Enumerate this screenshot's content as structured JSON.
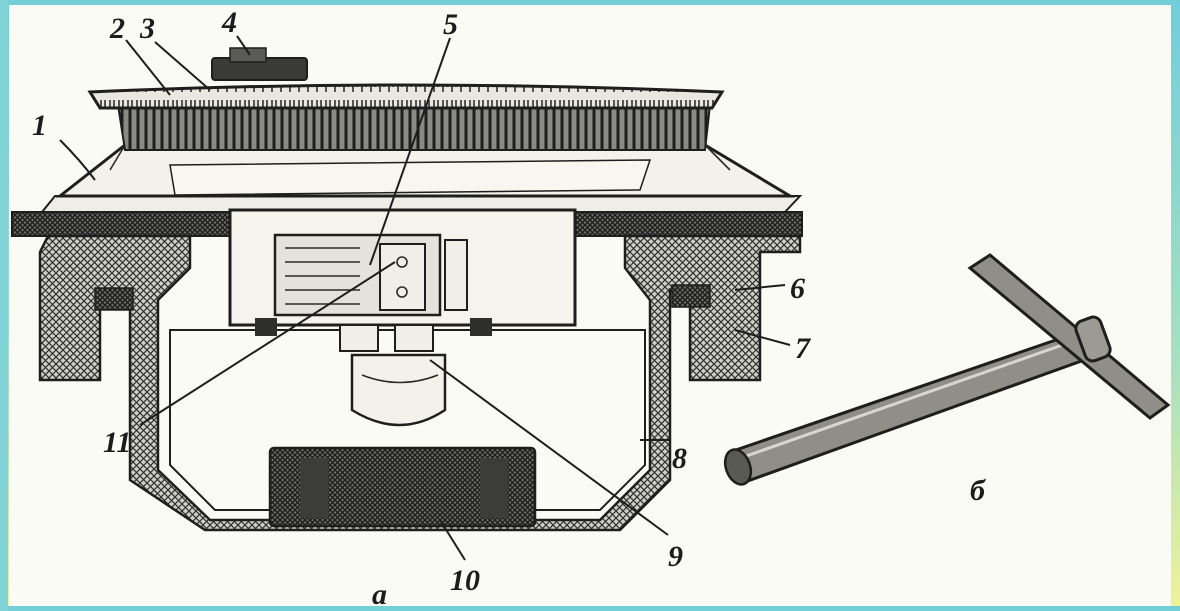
{
  "figure": {
    "labels": {
      "l1": "1",
      "l2": "2",
      "l3": "3",
      "l4": "4",
      "l5": "5",
      "l6": "6",
      "l7": "7",
      "l8": "8",
      "l9": "9",
      "l10": "10",
      "l11": "11",
      "sub_a": "а",
      "sub_b": "б"
    },
    "colors": {
      "ink": "#1e1e1e",
      "paper": "#fbfbf6",
      "hatch": "#3a3a3a"
    }
  }
}
